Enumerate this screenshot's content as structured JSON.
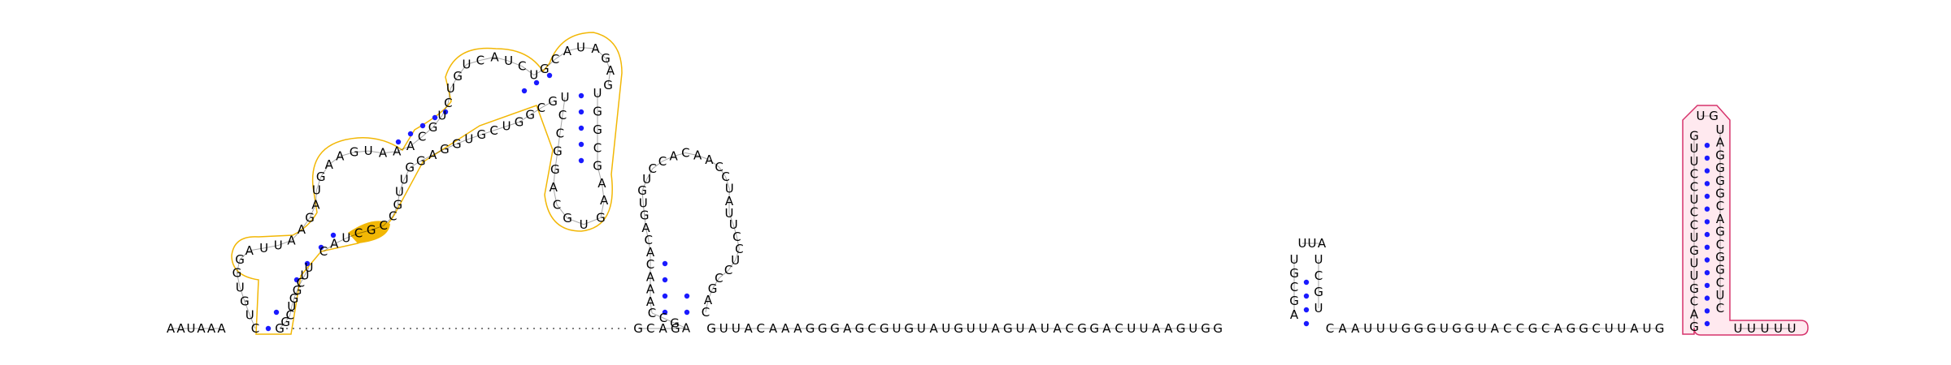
{
  "colors": {
    "background": "#ffffff",
    "nucleotide": "#000000",
    "backbone": "#000000",
    "pair_dot": "#1a1aff",
    "highlight_orange_stroke": "#f2b705",
    "highlight_orange_fill": "#f2b705",
    "highlight_pink_stroke": "#d6336c",
    "highlight_pink_fill": "#ffe9ef"
  },
  "segments": {
    "five_prime_leader": [
      "A",
      "A",
      "U",
      "A",
      "A",
      "A"
    ],
    "left_structure_base_left": [
      "C",
      "U",
      "G",
      "U",
      "G",
      "G",
      "A",
      "U",
      "U",
      "A",
      "A",
      "G",
      "A",
      "U",
      "G",
      "A",
      "A",
      "G",
      "U",
      "A",
      "A",
      "A",
      "C",
      "G",
      "U",
      "C",
      "U",
      "G",
      "U",
      "C",
      "A",
      "U",
      "C",
      "U",
      "G",
      "C",
      "A",
      "U",
      "A",
      "G",
      "A",
      "G"
    ],
    "left_structure_inner_stem": [
      "U",
      "G",
      "G",
      "C",
      "G",
      "A",
      "A",
      "G",
      "U",
      "G",
      "C",
      "A",
      "G",
      "G",
      "C",
      "C",
      "U"
    ],
    "left_structure_return": [
      "G",
      "C",
      "G",
      "G",
      "U",
      "C",
      "G",
      "U",
      "G",
      "G",
      "A",
      "G",
      "G",
      "U",
      "U",
      "G",
      "C",
      "C",
      "G",
      "C",
      "U",
      "A",
      "C"
    ],
    "left_structure_tail": [
      "U",
      "U",
      "C",
      "G",
      "G",
      "U",
      "C",
      "G",
      "G"
    ],
    "mid_structure": [
      "G",
      "C",
      "A",
      "G",
      "A",
      "G",
      "C",
      "C",
      "A",
      "A",
      "A",
      "C",
      "A",
      "C",
      "A",
      "G",
      "U",
      "G",
      "U",
      "C",
      "C",
      "A",
      "C",
      "A",
      "A",
      "C",
      "C",
      "U",
      "A",
      "U",
      "U",
      "C",
      "C",
      "U",
      "C",
      "C",
      "G",
      "A",
      "C"
    ],
    "linker": [
      "G",
      "U",
      "U",
      "A",
      "C",
      "A",
      "A",
      "A",
      "G",
      "G",
      "G",
      "A",
      "G",
      "C",
      "G",
      "U",
      "G",
      "U",
      "A",
      "U",
      "G",
      "U",
      "U",
      "A",
      "G",
      "U",
      "A",
      "U",
      "A",
      "C",
      "G",
      "G",
      "A",
      "C",
      "U",
      "U",
      "A",
      "A",
      "G",
      "U",
      "G",
      "G"
    ],
    "small_hairpin_left": [
      "A",
      "G",
      "C",
      "G",
      "U"
    ],
    "small_hairpin_loop": [
      "U",
      "U",
      "A"
    ],
    "small_hairpin_right": [
      "U",
      "C",
      "G",
      "U"
    ],
    "trailer_before_terminator": [
      "C",
      "A",
      "A",
      "U",
      "U",
      "U",
      "G",
      "G",
      "G",
      "U",
      "G",
      "G",
      "U",
      "A",
      "C",
      "C",
      "G",
      "C",
      "A",
      "G",
      "G",
      "C",
      "U",
      "U",
      "A",
      "U",
      "G"
    ],
    "terminator_left": [
      "G",
      "A",
      "C",
      "G",
      "U",
      "U",
      "G",
      "U",
      "C",
      "C",
      "U",
      "C",
      "C",
      "U",
      "U",
      "G"
    ],
    "terminator_loop": [
      "U",
      "G"
    ],
    "terminator_right": [
      "U",
      "A",
      "G",
      "G",
      "G",
      "G",
      "C",
      "A",
      "G",
      "C",
      "G",
      "G",
      "C",
      "U",
      "C"
    ],
    "three_prime_tail": [
      "U",
      "U",
      "U",
      "U",
      "U"
    ]
  }
}
